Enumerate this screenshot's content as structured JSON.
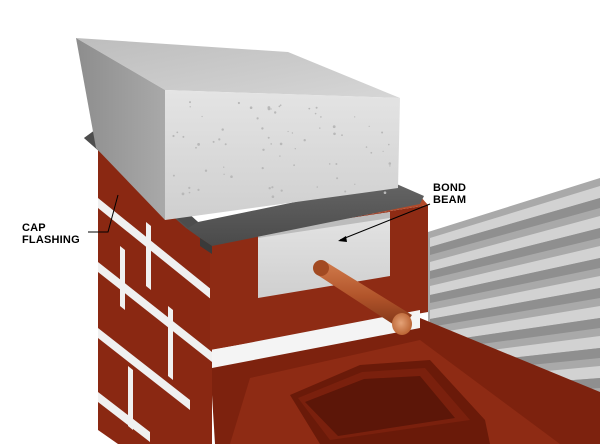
{
  "labels": {
    "cap_flashing": [
      "CAP",
      "FLASHING"
    ],
    "bond_beam": [
      "BOND",
      "BEAM"
    ]
  },
  "colors": {
    "brick": "#8e2b14",
    "brick_dark": "#6f1e0c",
    "brick_top": "#9b3a1f",
    "mortar": "#f2f2f2",
    "cap_top": "#cfcfcf",
    "cap_front": "#dadada",
    "cap_side": "#9c9c9c",
    "flashing": "#5e5e5e",
    "bond_beam": "#e2e2e2",
    "rebar": "#b2552b",
    "roof": "#b7b7b7",
    "leader": "#000000"
  }
}
